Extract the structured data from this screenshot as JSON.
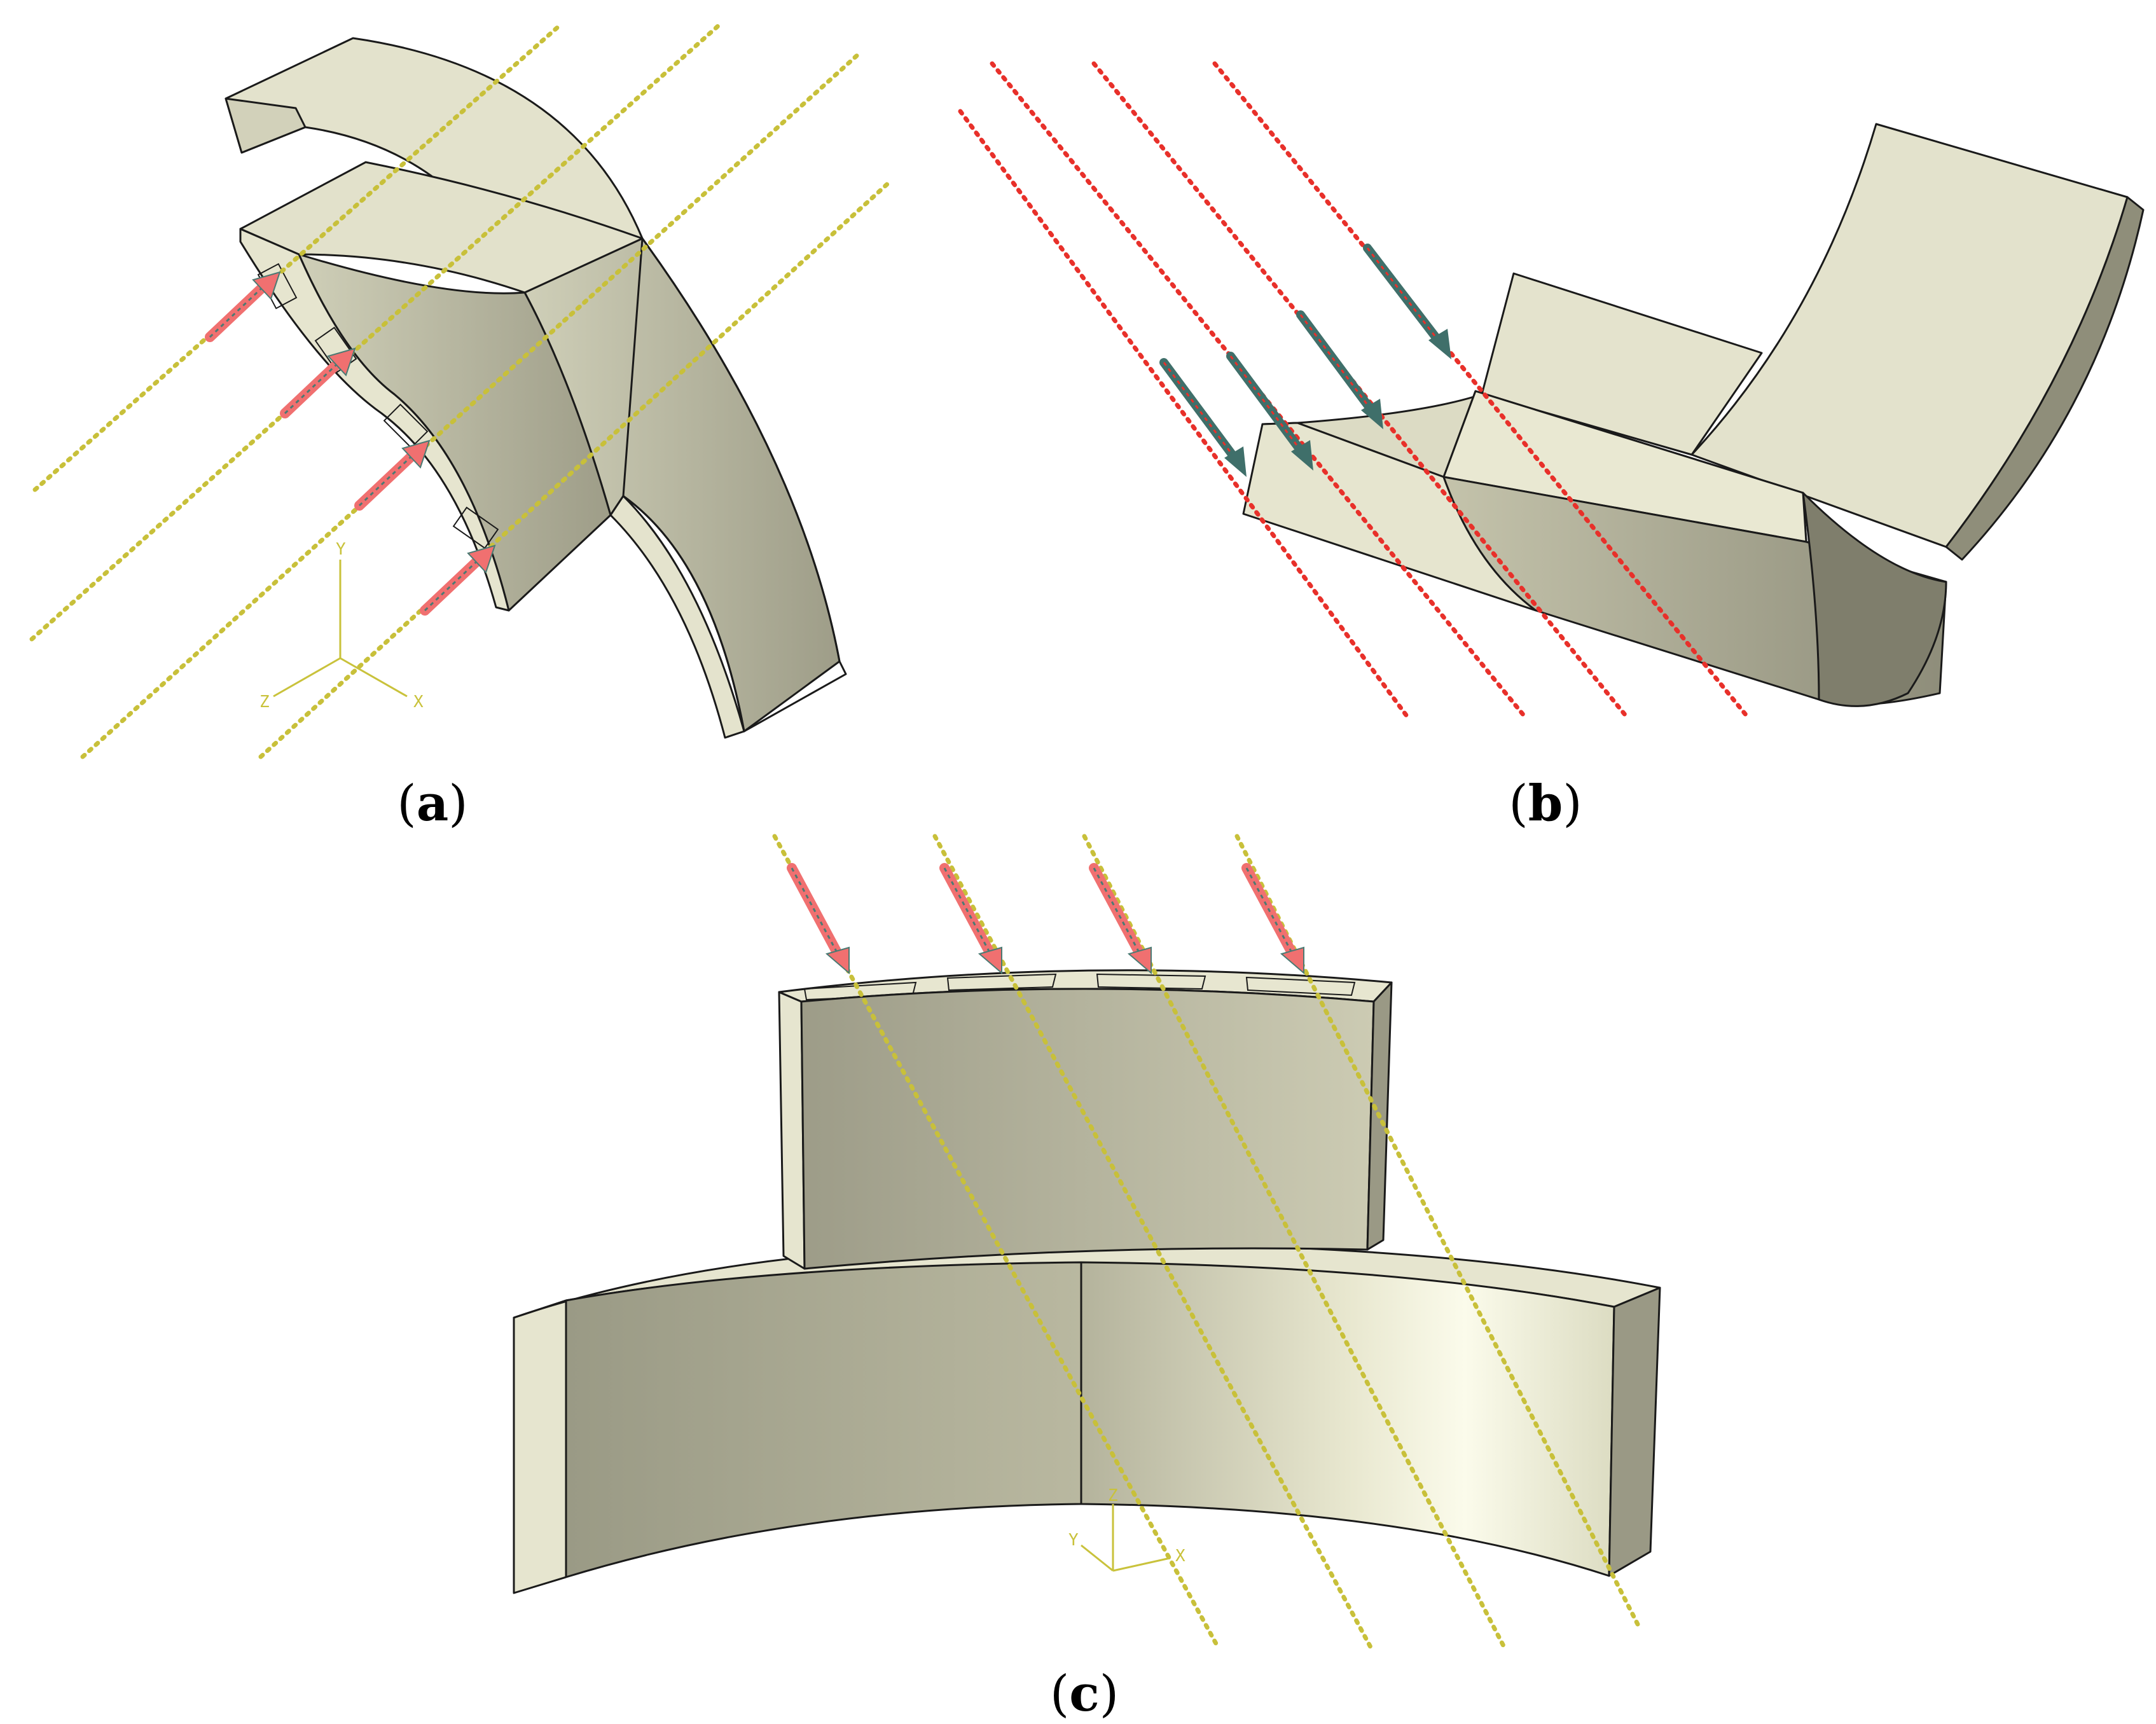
{
  "panels": [
    {
      "id": "a",
      "caption": "a"
    },
    {
      "id": "b",
      "caption": "b"
    },
    {
      "id": "c",
      "caption": "c"
    }
  ],
  "axes_a": {
    "y": "Y",
    "z": "Z",
    "x": "X"
  },
  "axes_c": {
    "y": "Y",
    "z": "Z",
    "x": "X"
  },
  "colors": {
    "body_light": "#e5e4cf",
    "body_mid": "#c8c7ae",
    "body_dark": "#9c9b86",
    "beam_yellow": "#c8c03a",
    "beam_red": "#e8302a",
    "arrow_pink": "#f07070",
    "arrow_teal": "#3f6f6a",
    "axis_triad": "#c9c23b"
  }
}
